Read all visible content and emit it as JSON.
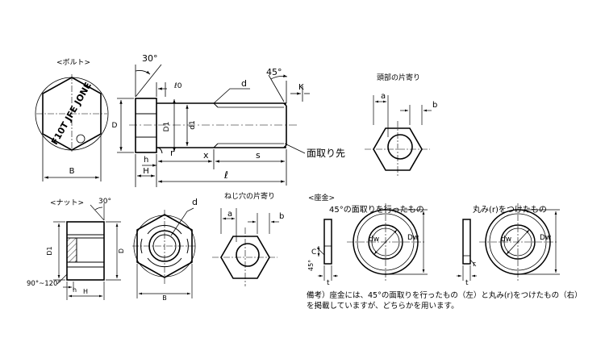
{
  "sections": {
    "bolt": "<ボルト>",
    "nut": "<ナット>",
    "washer": "<座金>",
    "head_offset": "頭部の片寄り",
    "thread_offset": "ねじ穴の片寄り"
  },
  "bolt": {
    "angle_head": "30°",
    "angle_tip": "45°",
    "l0": "ℓ0",
    "d": "d",
    "K": "K",
    "D": "D",
    "D1": "D1",
    "d1": "d1",
    "r": "r",
    "x": "x",
    "s": "s",
    "h": "h",
    "H": "H",
    "l": "ℓ",
    "B": "B",
    "chamfer": "面取り先",
    "head_marking": "F10T JFE JONE"
  },
  "head_offset": {
    "a": "a",
    "b": "b"
  },
  "nut": {
    "angle": "30°",
    "D1": "D1",
    "D": "D",
    "H": "H",
    "seat_angle": "90°~120°",
    "h": "h",
    "B": "B",
    "d": "d"
  },
  "thread_offset": {
    "a": "a",
    "b": "b"
  },
  "washer": {
    "chamfered_title": "45°の面取りを行ったもの",
    "rounded_title": "丸み(r)をつけたもの",
    "C": "C",
    "angle": "45°",
    "t": "t",
    "dw": "dw",
    "Dw": "Dw",
    "r": "r"
  },
  "note": {
    "line1": "備考）座金には、45°の面取りを行ったもの（左）と丸み(r)をつけたもの（右）",
    "line2": "を掲載していますが、どちらかを用います。"
  }
}
